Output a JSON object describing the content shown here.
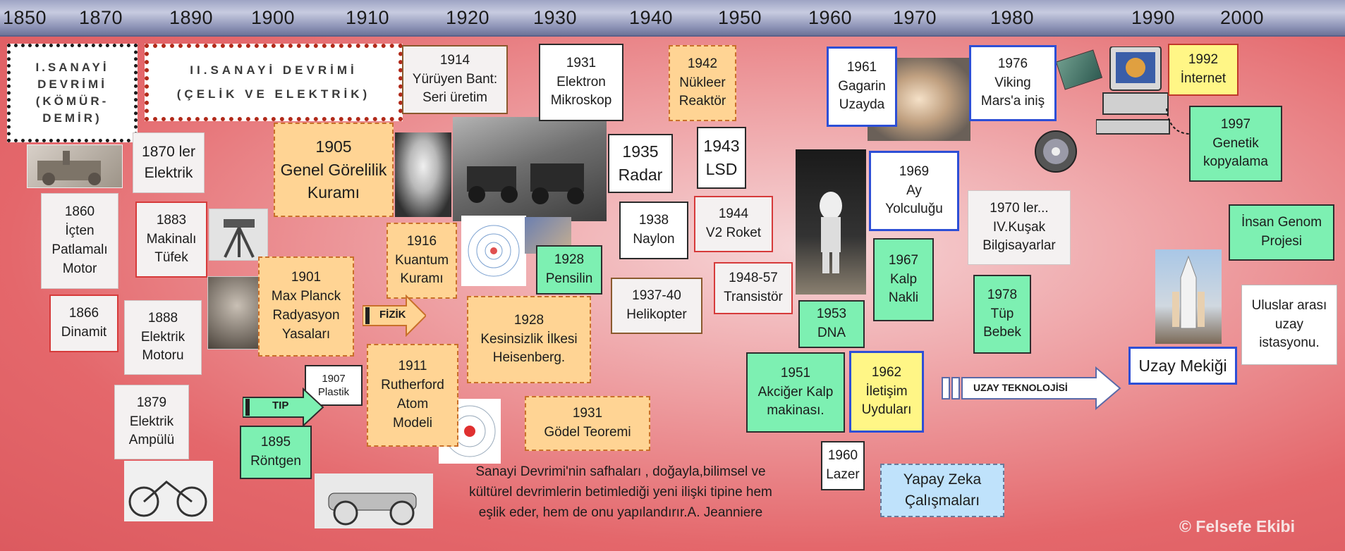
{
  "years": [
    "1850",
    "1870",
    "1890",
    "1900",
    "1910",
    "1920",
    "1930",
    "1940",
    "1950",
    "1960",
    "1970",
    "1980",
    "1990",
    "2000"
  ],
  "eras": {
    "first": [
      "I.SANAYİ",
      "DEVRİMİ",
      "(KÖMÜR-",
      "DEMİR)"
    ],
    "second": [
      "II.SANAYİ DEVRİMİ",
      "(ÇELİK VE ELEKTRİK)"
    ]
  },
  "events": {
    "e1914": [
      "1914",
      "Yürüyen Bant:",
      "Seri üretim"
    ],
    "e1931em": [
      "1931",
      "Elektron",
      "Mikroskop"
    ],
    "e1942": [
      "1942",
      "Nükleer",
      "Reaktör"
    ],
    "e1870": [
      "1870 ler",
      "Elektrik"
    ],
    "e1905": [
      "1905",
      "Genel Görelilik",
      "Kuramı"
    ],
    "e1935": [
      "1935",
      "Radar"
    ],
    "e1943": [
      "1943",
      "LSD"
    ],
    "e1860": [
      "1860",
      "İçten",
      "Patlamalı",
      "Motor"
    ],
    "e1883": [
      "1883",
      "Makinalı",
      "Tüfek"
    ],
    "e1916": [
      "1916",
      "Kuantum",
      "Kuramı"
    ],
    "e1938": [
      "1938",
      "Naylon"
    ],
    "e1944": [
      "1944",
      "V2 Roket"
    ],
    "e1928p": [
      "1928",
      "Pensilin"
    ],
    "e1901": [
      "1901",
      "Max Planck",
      "Radyasyon",
      "Yasaları"
    ],
    "e1937": [
      "1937-40",
      "Helikopter"
    ],
    "e1948": [
      "1948-57",
      "Transistör"
    ],
    "e1866": [
      "1866",
      "Dinamit"
    ],
    "e1888": [
      "1888",
      "Elektrik",
      "Motoru"
    ],
    "e1928h": [
      "1928",
      "Kesinsizlik İlkesi",
      "Heisenberg."
    ],
    "e1911": [
      "1911",
      "Rutherford",
      "Atom",
      "Modeli"
    ],
    "e1907": [
      "1907",
      "Plastik"
    ],
    "e1879": [
      "1879",
      "Elektrik",
      "Ampülü"
    ],
    "e1931g": [
      "1931",
      "Gödel Teoremi"
    ],
    "e1895": [
      "1895",
      "Röntgen"
    ],
    "e1961": [
      "1961",
      "Gagarin",
      "Uzayda"
    ],
    "e1976": [
      "1976",
      "Viking",
      "Mars'a iniş"
    ],
    "e1992": [
      "1992",
      "İnternet"
    ],
    "e1997": [
      "1997",
      "Genetik",
      "kopyalama"
    ],
    "e1969": [
      "1969",
      "Ay",
      "Yolculuğu"
    ],
    "e1970": [
      "1970 ler...",
      "IV.Kuşak",
      "Bilgisayarlar"
    ],
    "egenom": [
      "İnsan Genom",
      "Projesi"
    ],
    "e1967": [
      "1967",
      "Kalp",
      "Nakli"
    ],
    "e1978": [
      "1978",
      "Tüp",
      "Bebek"
    ],
    "e1953": [
      "1953",
      "DNA"
    ],
    "eiss": [
      "Uluslar arası",
      "uzay",
      "istasyonu."
    ],
    "e1951": [
      "1951",
      "Akciğer Kalp",
      "makinası."
    ],
    "e1962": [
      "1962",
      "İletişim",
      "Uyduları"
    ],
    "eshuttle": [
      "Uzay Mekiği"
    ],
    "e1960": [
      "1960",
      "Lazer"
    ],
    "eai": [
      "Yapay Zeka",
      "Çalışmaları"
    ]
  },
  "arrows": {
    "fizik": "FİZİK",
    "tip": "TIP",
    "uzay": "UZAY TEKNOLOJİSİ"
  },
  "quote": [
    "Sanayi Devrimi'nin safhaları , doğayla,bilimsel ve",
    "kültürel devrimlerin betimlediği yeni ilişki tipine hem",
    "eşlik eder, hem de onu yapılandırır.A. Jeanniere"
  ],
  "copyright": "© Felsefe Ekibi"
}
